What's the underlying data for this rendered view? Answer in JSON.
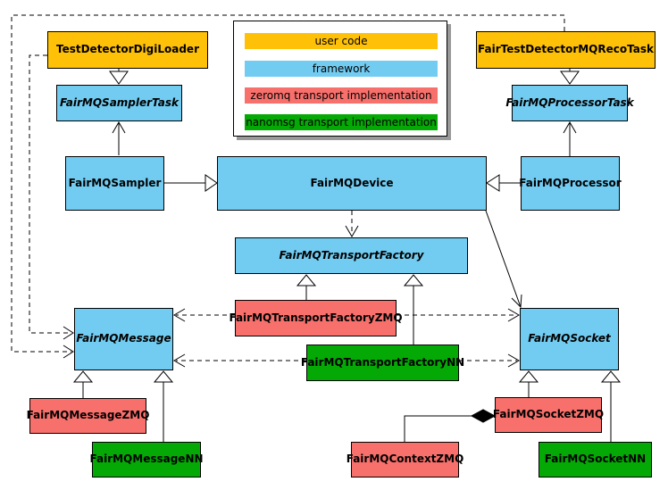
{
  "classes": {
    "test_detector_digi_loader": "TestDetectorDigiLoader",
    "fair_test_detector_mq_reco_task": "FairTestDetectorMQRecoTask",
    "fair_mq_sampler_task": "FairMQSamplerTask",
    "fair_mq_processor_task": "FairMQProcessorTask",
    "fair_mq_sampler": "FairMQSampler",
    "fair_mq_device": "FairMQDevice",
    "fair_mq_processor": "FairMQProcessor",
    "fair_mq_transport_factory": "FairMQTransportFactory",
    "fair_mq_transport_factory_zmq": "FairMQTransportFactoryZMQ",
    "fair_mq_transport_factory_nn": "FairMQTransportFactoryNN",
    "fair_mq_message": "FairMQMessage",
    "fair_mq_socket": "FairMQSocket",
    "fair_mq_message_zmq": "FairMQMessageZMQ",
    "fair_mq_message_nn": "FairMQMessageNN",
    "fair_mq_context_zmq": "FairMQContextZMQ",
    "fair_mq_socket_zmq": "FairMQSocketZMQ",
    "fair_mq_socket_nn": "FairMQSocketNN"
  },
  "legend": {
    "items": [
      {
        "label": "user code",
        "color": "#FFC107"
      },
      {
        "label": "framework",
        "color": "#72CCF1"
      },
      {
        "label": "zeromq transport implementation",
        "color": "#F8706C"
      },
      {
        "label": "nanomsg transport implementation",
        "color": "#05A905"
      }
    ]
  },
  "colors": {
    "user_code": "#FFC107",
    "framework": "#72CCF1",
    "zeromq": "#F8706C",
    "nanomsg": "#05A905",
    "line": "#000000"
  }
}
